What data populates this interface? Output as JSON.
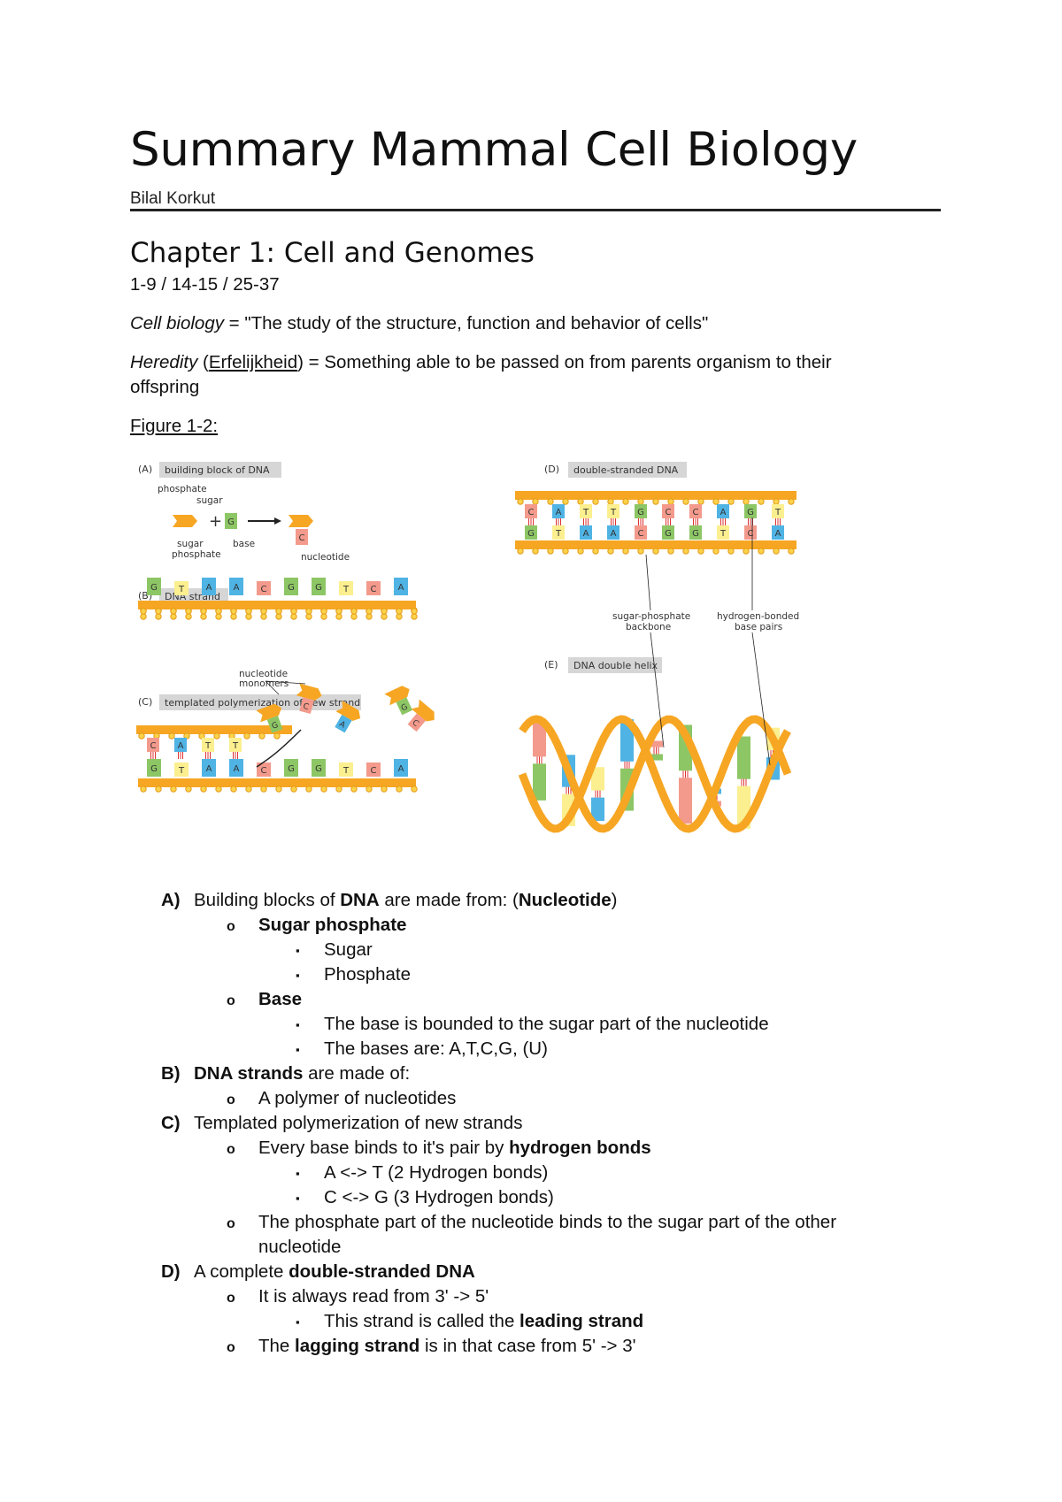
{
  "document": {
    "title": "Summary Mammal Cell Biology",
    "author": "Bilal Korkut",
    "chapter_title": "Chapter 1: Cell and Genomes",
    "pages": "1-9 / 14-15 / 25-37",
    "cell_biology_term": "Cell biology",
    "cell_biology_def": " = \"The study of the structure, function and behavior of cells\"",
    "heredity_term": "Heredity",
    "heredity_dutch": "Erfelijkheid",
    "heredity_def_1": ") = Something able to be passed on from parents organism to their",
    "heredity_def_2": "offspring",
    "figure_label": "Figure 1-2:"
  },
  "figure": {
    "panels": {
      "a_tag": "(A)",
      "a_title": "building block of DNA",
      "b_tag": "(B)",
      "b_title": "DNA strand",
      "c_tag": "(C)",
      "c_title": "templated polymerization of new strand",
      "d_tag": "(D)",
      "d_title": "double-stranded DNA",
      "e_tag": "(E)",
      "e_title": "DNA double helix"
    },
    "labels": {
      "phosphate": "phosphate",
      "sugar": "sugar",
      "sugar_phosphate_1": "sugar",
      "sugar_phosphate_2": "phosphate",
      "base": "base",
      "nucleotide": "nucleotide",
      "nucleotide_monomers_1": "nucleotide",
      "nucleotide_monomers_2": "monomers",
      "backbone_1": "sugar-phosphate",
      "backbone_2": "backbone",
      "hbonded_1": "hydrogen-bonded",
      "hbonded_2": "base pairs"
    },
    "colors": {
      "backbone": "#f6a623",
      "G": "#8dc665",
      "A": "#4fb3e4",
      "T": "#fbef8f",
      "C": "#f39a8c",
      "label_bg": "#d6d6d6"
    },
    "b_strand": [
      "G",
      "T",
      "A",
      "A",
      "C",
      "G",
      "G",
      "T",
      "C",
      "A"
    ],
    "c_top": [
      "C",
      "A",
      "T",
      "T"
    ],
    "c_bottom": [
      "G",
      "T",
      "A",
      "A",
      "C",
      "G",
      "G",
      "T",
      "C",
      "A"
    ],
    "c_monomers": [
      "G",
      "C",
      "A",
      "G",
      "C"
    ],
    "d_top": [
      "C",
      "A",
      "T",
      "T",
      "G",
      "C",
      "C",
      "A",
      "G",
      "T"
    ],
    "d_bottom": [
      "G",
      "T",
      "A",
      "A",
      "C",
      "G",
      "G",
      "T",
      "C",
      "A"
    ],
    "a_base": "G",
    "a_nucleotide_base": "C"
  },
  "list": [
    {
      "level": 1,
      "marker": "A)",
      "parts": [
        {
          "t": "Building blocks of "
        },
        {
          "t": "DNA",
          "b": true
        },
        {
          "t": " are made from: ("
        },
        {
          "t": "Nucleotide",
          "b": true
        },
        {
          "t": ")"
        }
      ]
    },
    {
      "level": 2,
      "marker": "o",
      "parts": [
        {
          "t": "Sugar phosphate",
          "b": true
        }
      ]
    },
    {
      "level": 3,
      "marker": "▪",
      "parts": [
        {
          "t": "Sugar"
        }
      ]
    },
    {
      "level": 3,
      "marker": "▪",
      "parts": [
        {
          "t": "Phosphate"
        }
      ]
    },
    {
      "level": 2,
      "marker": "o",
      "parts": [
        {
          "t": "Base",
          "b": true
        }
      ]
    },
    {
      "level": 3,
      "marker": "▪",
      "parts": [
        {
          "t": "The base is bounded to the sugar part of the nucleotide"
        }
      ]
    },
    {
      "level": 3,
      "marker": "▪",
      "parts": [
        {
          "t": "The bases are: A,T,C,G, (U)"
        }
      ]
    },
    {
      "level": 1,
      "marker": "B)",
      "parts": [
        {
          "t": "DNA strands",
          "b": true
        },
        {
          "t": " are made of:"
        }
      ]
    },
    {
      "level": 2,
      "marker": "o",
      "parts": [
        {
          "t": "A polymer of nucleotides"
        }
      ]
    },
    {
      "level": 1,
      "marker": "C)",
      "parts": [
        {
          "t": "Templated polymerization of new strands"
        }
      ]
    },
    {
      "level": 2,
      "marker": "o",
      "parts": [
        {
          "t": "Every base binds to it's pair by "
        },
        {
          "t": "hydrogen bonds",
          "b": true
        }
      ]
    },
    {
      "level": 3,
      "marker": "▪",
      "parts": [
        {
          "t": "A <-> T (2 Hydrogen bonds)"
        }
      ]
    },
    {
      "level": 3,
      "marker": "▪",
      "parts": [
        {
          "t": "C <-> G (3 Hydrogen bonds)"
        }
      ]
    },
    {
      "level": 2,
      "marker": "o",
      "parts": [
        {
          "t": "The phosphate part of the nucleotide binds to the sugar part of the other"
        }
      ]
    },
    {
      "level": 2,
      "marker": "",
      "parts": [
        {
          "t": "nucleotide"
        }
      ]
    },
    {
      "level": 1,
      "marker": "D)",
      "parts": [
        {
          "t": "A complete "
        },
        {
          "t": "double-stranded DNA",
          "b": true
        }
      ]
    },
    {
      "level": 2,
      "marker": "o",
      "parts": [
        {
          "t": "It is always read from 3' -> 5'"
        }
      ]
    },
    {
      "level": 3,
      "marker": "▪",
      "parts": [
        {
          "t": "This strand is called the "
        },
        {
          "t": "leading strand",
          "b": true
        }
      ]
    },
    {
      "level": 2,
      "marker": "o",
      "parts": [
        {
          "t": "The "
        },
        {
          "t": "lagging strand",
          "b": true
        },
        {
          "t": " is in that case from 5' -> 3'"
        }
      ]
    }
  ]
}
